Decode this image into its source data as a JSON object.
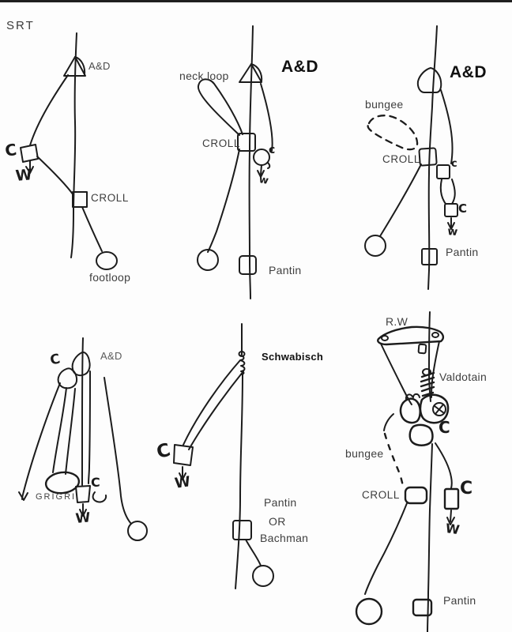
{
  "title": "SRT",
  "colors": {
    "ink": "#1c1c1c",
    "label": "#3f3f3f",
    "bold_label": "#101010",
    "background": "#fdfdfd"
  },
  "panels": [
    {
      "name": "frog-basic",
      "labels": {
        "aed": "A&D",
        "c": "C",
        "w": "W",
        "croll": "CROLL",
        "footloop": "footloop"
      }
    },
    {
      "name": "frog-neck-loop",
      "labels": {
        "neck_loop": "neck loop",
        "aed": "A&D",
        "croll": "CROLL",
        "c": "c",
        "w": "w",
        "pantin": "Pantin"
      }
    },
    {
      "name": "frog-bungee",
      "labels": {
        "aed": "A&D",
        "bungee": "bungee",
        "croll": "CROLL",
        "c_upper": "c",
        "c_lower": "C",
        "w": "w",
        "pantin": "Pantin"
      }
    },
    {
      "name": "grigri-system",
      "labels": {
        "aed": "A&D",
        "c_top": "C",
        "grigri": "GRIGRI",
        "c": "C",
        "w": "W"
      }
    },
    {
      "name": "schwabisch-system",
      "labels": {
        "hitch": "Schwabisch",
        "c": "C",
        "w": "W",
        "pantin": "Pantin",
        "or": "OR",
        "bachman": "Bachman"
      }
    },
    {
      "name": "ropewalker-system",
      "labels": {
        "rw": "R.W",
        "hitch": "Valdotain",
        "c_mid": "C",
        "bungee": "bungee",
        "croll": "CROLL",
        "c_right": "C",
        "w": "W",
        "pantin": "Pantin"
      }
    }
  ]
}
